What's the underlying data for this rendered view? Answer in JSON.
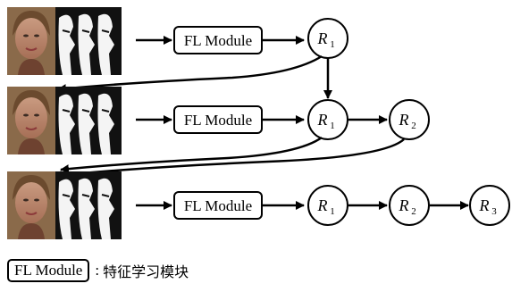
{
  "module_label": "FL Module",
  "rows": [
    {
      "results": [
        {
          "letter": "R",
          "sub": "1"
        }
      ]
    },
    {
      "results": [
        {
          "letter": "R",
          "sub": "1"
        },
        {
          "letter": "R",
          "sub": "2"
        }
      ]
    },
    {
      "results": [
        {
          "letter": "R",
          "sub": "1"
        },
        {
          "letter": "R",
          "sub": "2"
        },
        {
          "letter": "R",
          "sub": "3"
        }
      ]
    }
  ],
  "legend": {
    "box_label": "FL Module",
    "separator": ":",
    "description": "特征学习模块"
  }
}
